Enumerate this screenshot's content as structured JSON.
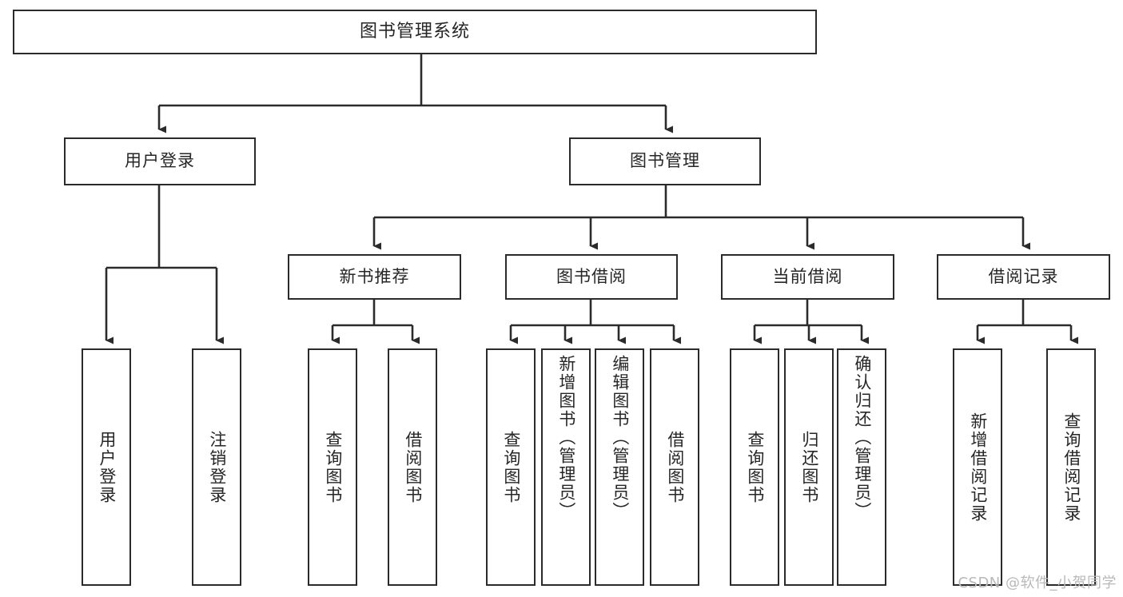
{
  "diagram": {
    "title": "图书管理系统",
    "type": "hierarchy-tree",
    "levels": 4,
    "root": {
      "id": "root",
      "label": "图书管理系统",
      "orientation": "horizontal"
    },
    "tier2": [
      {
        "id": "user-login",
        "label": "用户登录",
        "orientation": "horizontal"
      },
      {
        "id": "book-manage",
        "label": "图书管理",
        "orientation": "horizontal"
      }
    ],
    "tier3": [
      {
        "id": "new-book-recommend",
        "label": "新书推荐",
        "orientation": "horizontal"
      },
      {
        "id": "book-borrow",
        "label": "图书借阅",
        "orientation": "horizontal"
      },
      {
        "id": "current-borrow",
        "label": "当前借阅",
        "orientation": "horizontal"
      },
      {
        "id": "borrow-record",
        "label": "借阅记录",
        "orientation": "horizontal"
      }
    ],
    "leaves": [
      {
        "id": "leaf-user-login",
        "label": "用户登录",
        "parent": "user-login",
        "orientation": "vertical"
      },
      {
        "id": "leaf-user-logout",
        "label": "注销登录",
        "parent": "user-login",
        "orientation": "vertical"
      },
      {
        "id": "leaf-query-book-1",
        "label": "查询图书",
        "parent": "new-book-recommend",
        "orientation": "vertical"
      },
      {
        "id": "leaf-borrow-book-1",
        "label": "借阅图书",
        "parent": "new-book-recommend",
        "orientation": "vertical"
      },
      {
        "id": "leaf-query-book-2",
        "label": "查询图书",
        "parent": "book-borrow",
        "orientation": "vertical"
      },
      {
        "id": "leaf-add-book",
        "label": "新增图书（管理员）",
        "parent": "book-borrow",
        "orientation": "vertical"
      },
      {
        "id": "leaf-edit-book",
        "label": "编辑图书（管理员）",
        "parent": "book-borrow",
        "orientation": "vertical"
      },
      {
        "id": "leaf-borrow-book-2",
        "label": "借阅图书",
        "parent": "book-borrow",
        "orientation": "vertical"
      },
      {
        "id": "leaf-query-book-3",
        "label": "查询图书",
        "parent": "current-borrow",
        "orientation": "vertical"
      },
      {
        "id": "leaf-return-book",
        "label": "归还图书",
        "parent": "current-borrow",
        "orientation": "vertical"
      },
      {
        "id": "leaf-confirm-return",
        "label": "确认归还（管理员）",
        "parent": "current-borrow",
        "orientation": "vertical"
      },
      {
        "id": "leaf-add-record",
        "label": "新增借阅记录",
        "parent": "borrow-record",
        "orientation": "vertical"
      },
      {
        "id": "leaf-query-record",
        "label": "查询借阅记录",
        "parent": "borrow-record",
        "orientation": "vertical"
      }
    ],
    "colors": {
      "stroke": "#2b2b2b",
      "fill": "#ffffff",
      "text": "#262626",
      "watermark": "#b9b9b9"
    }
  },
  "watermark": {
    "text": "CSDN @软件_小贺同学"
  }
}
